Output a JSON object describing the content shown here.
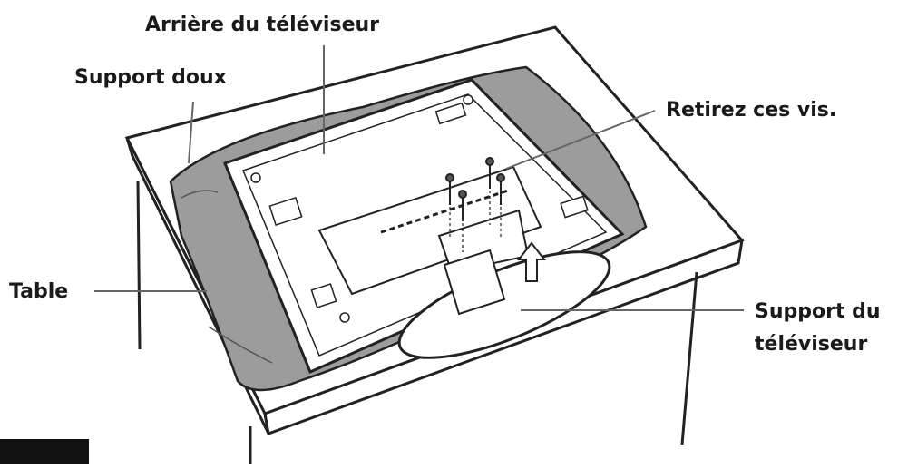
{
  "labels": {
    "back_of_tv": "Arrière du téléviseur",
    "soft_support": "Support doux",
    "remove_screws": "Retirez ces vis.",
    "table": "Table",
    "tv_stand_line1": "Support du",
    "tv_stand_line2": "téléviseur"
  },
  "colors": {
    "line": "#222222",
    "soft_cloth": "#9c9c9c",
    "tv_back": "#ffffff",
    "background": "#ffffff"
  }
}
